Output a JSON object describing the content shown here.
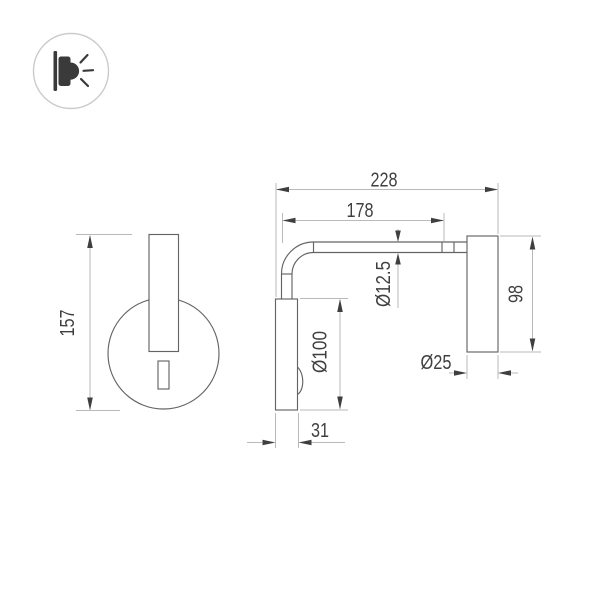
{
  "drawing": {
    "kind": "technical-dimension-drawing",
    "views": [
      "front",
      "side"
    ]
  },
  "logo": {
    "icon": "wall-lamp-light-icon"
  },
  "dimensions": {
    "front_height": "157",
    "total_depth": "228",
    "arm_length": "178",
    "tube_diameter": "Ø12.5",
    "base_diameter": "Ø100",
    "head_length": "98",
    "head_diameter": "Ø25",
    "base_depth": "31"
  },
  "colors": {
    "background": "#ffffff",
    "object_line": "#646464",
    "dimension_line": "#b9b9b9",
    "text": "#3f3f3f",
    "logo_circle": "#cbcbcb",
    "logo_glyph": "#3a3a3a"
  }
}
